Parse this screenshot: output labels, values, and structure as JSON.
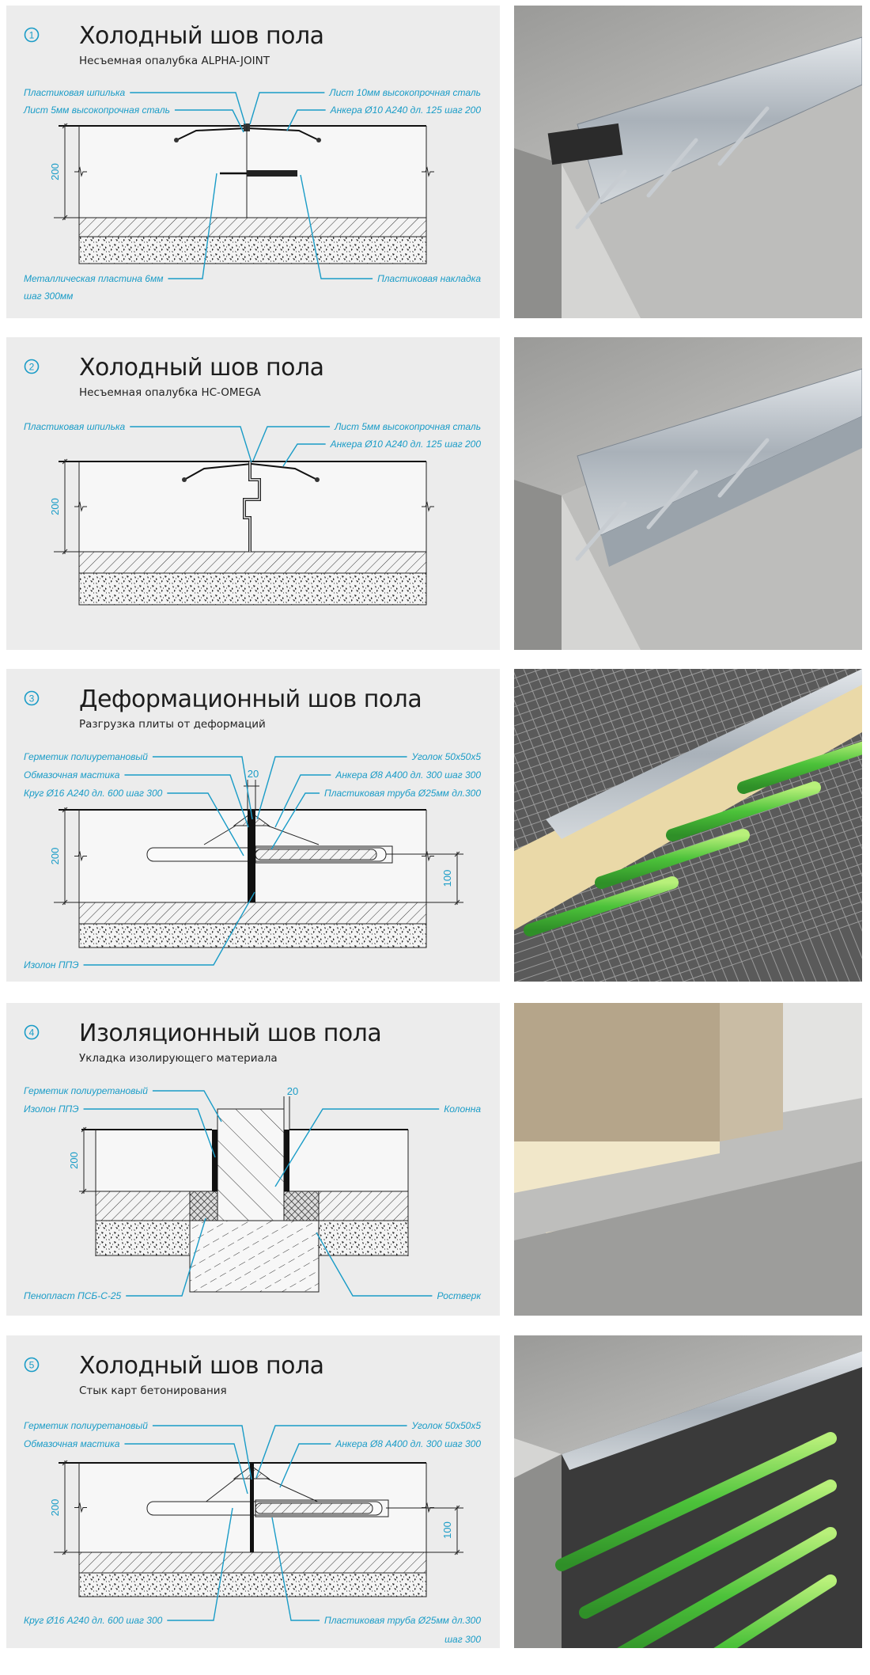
{
  "colors": {
    "accent": "#1a9cc7",
    "panel_bg": "#ececec",
    "text": "#1d1d1d"
  },
  "panels": [
    {
      "number": "1",
      "title": "Холодный шов пола",
      "subtitle": "Несъемная опалубка ALPHA-JOINT",
      "dims": [
        "200"
      ],
      "labels": [
        "Пластиковая шпилька",
        "Лист 5мм высокопрочная сталь",
        "Лист 10мм высокопрочная сталь",
        "Анкера Ø10 А240 дл. 125 шаг 200",
        "Металлическая пластина 6мм",
        "шаг 300мм",
        "Пластиковая накладка"
      ]
    },
    {
      "number": "2",
      "title": "Холодный шов пола",
      "subtitle": "Несъемная опалубка HC-OMEGA",
      "dims": [
        "200"
      ],
      "labels": [
        "Пластиковая шпилька",
        "Лист 5мм высокопрочная сталь",
        "Анкера Ø10 А240 дл. 125 шаг 200"
      ]
    },
    {
      "number": "3",
      "title": "Деформационный шов пола",
      "subtitle": "Разгрузка плиты от деформаций",
      "dims": [
        "200",
        "100",
        "20"
      ],
      "labels": [
        "Герметик полиуретановый",
        "Обмазочная мастика",
        "Круг Ø16 А240 дл. 600 шаг 300",
        "Уголок 50x50x5",
        "Анкера Ø8 А400 дл. 300 шаг 300",
        "Пластиковая труба Ø25мм дл.300",
        "Изолон ППЭ"
      ]
    },
    {
      "number": "4",
      "title": "Изоляционный шов пола",
      "subtitle": "Укладка изолирующего материала",
      "dims": [
        "200",
        "20"
      ],
      "labels": [
        "Герметик полиуретановый",
        "Изолон ППЭ",
        "Колонна",
        "Пенопласт ПСБ-С-25",
        "Ростверк"
      ]
    },
    {
      "number": "5",
      "title": "Холодный шов пола",
      "subtitle": "Стык карт бетонирования",
      "dims": [
        "200",
        "100"
      ],
      "labels": [
        "Герметик полиуретановый",
        "Обмазочная мастика",
        "Уголок 50x50x5",
        "Анкера Ø8 А400 дл. 300 шаг 300",
        "Круг Ø16 А240 дл. 600 шаг 300",
        "Пластиковая труба Ø25мм дл.300",
        "шаг 300"
      ]
    }
  ]
}
